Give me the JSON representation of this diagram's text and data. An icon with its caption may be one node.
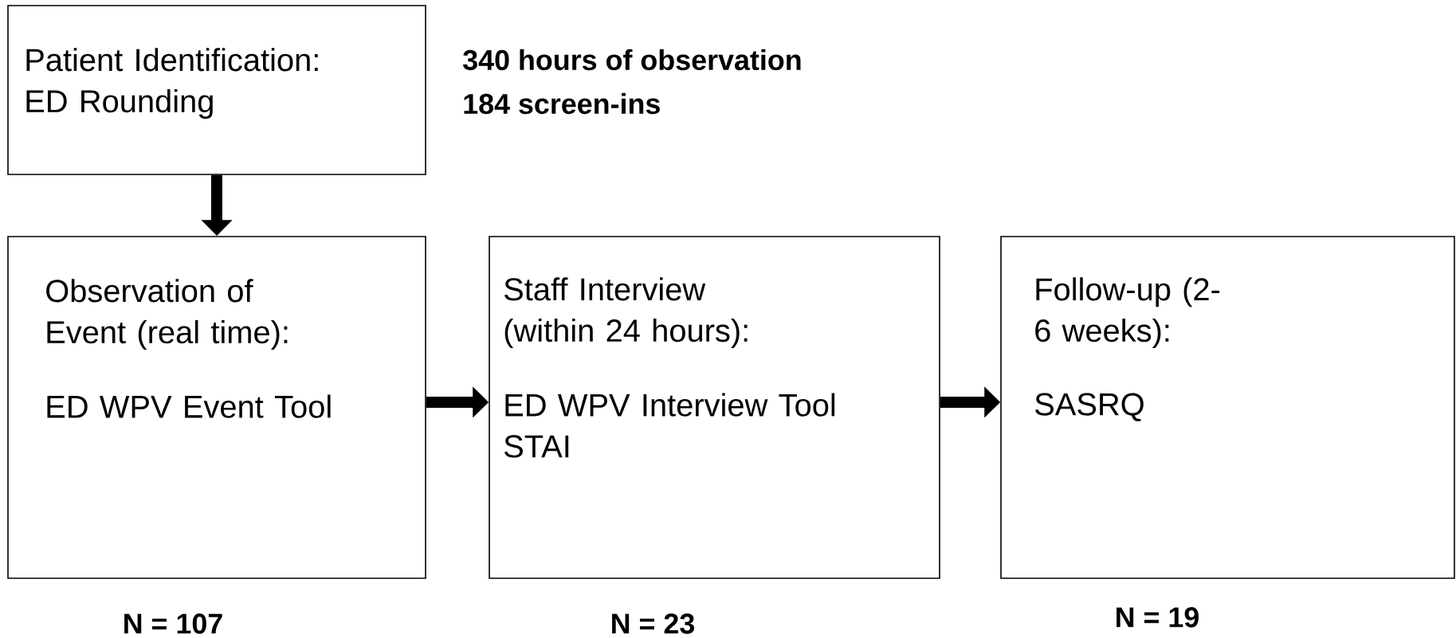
{
  "diagram": {
    "nodes": [
      {
        "text": [
          "Patient Identification: ED Rounding"
        ]
      },
      {
        "text": [
          "Observation of Event (real time):",
          "ED WPV Event Tool"
        ],
        "beside": [
          "N = 107"
        ]
      },
      {
        "text": [
          "Staff Interview (within 24 hours):",
          "ED WPV Interview Tool STAI"
        ],
        "beside": [
          "N = 23"
        ]
      },
      {
        "text": [
          "Follow-up (2-6 weeks):",
          "SASRQ"
        ],
        "beside": [
          "N = 19"
        ]
      }
    ],
    "edges": [
      {
        "from": 0,
        "to": 1,
        "arrow": "to"
      },
      {
        "from": 1,
        "to": 2,
        "arrow": "to"
      },
      {
        "from": 2,
        "to": 3,
        "arrow": "to"
      }
    ],
    "labels": [
      "340 hours of observation",
      "184 screen-ins"
    ]
  }
}
